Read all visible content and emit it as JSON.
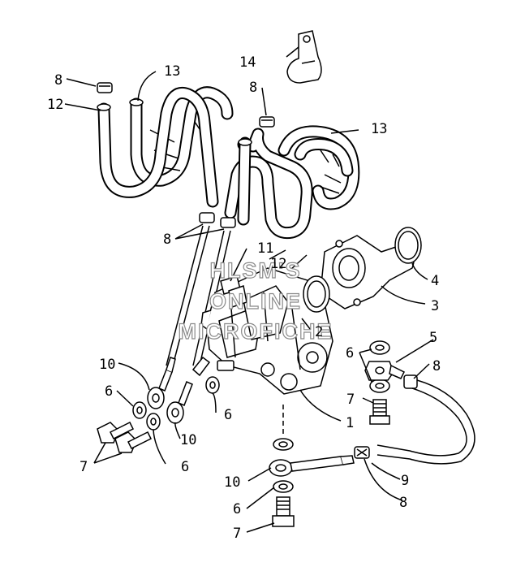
{
  "watermark": [
    "HLSM'S",
    "ONLINE",
    "MICROFICHE"
  ],
  "callouts": {
    "c1": "1",
    "c2": "2",
    "c3": "3",
    "c4": "4",
    "c5": "5",
    "c6a": "6",
    "c6b": "6",
    "c6c": "6",
    "c6d": "6",
    "c6e": "6",
    "c7a": "7",
    "c7b": "7",
    "c7c": "7",
    "c8a": "8",
    "c8b": "8",
    "c8c": "8",
    "c8d": "8",
    "c8e": "8",
    "c9": "9",
    "c10a": "10",
    "c10b": "10",
    "c10c": "10",
    "c11": "11",
    "c12a": "12",
    "c12b": "12",
    "c13a": "13",
    "c13b": "13",
    "c14": "14"
  }
}
